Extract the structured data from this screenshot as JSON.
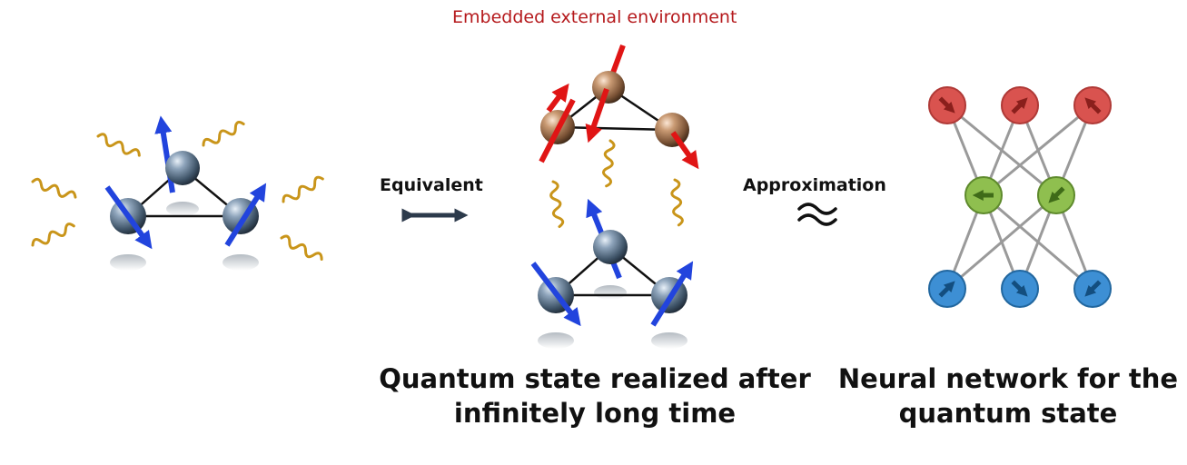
{
  "labels": {
    "environment": "Embedded external environment",
    "equivalent": "Equivalent",
    "approximation": "Approximation",
    "approx_symbol": "≈"
  },
  "captions": {
    "middle": [
      "Quantum state realized after",
      "infinitely long time"
    ],
    "right": [
      "Neural network for the",
      "quantum state"
    ]
  },
  "colors": {
    "environment_label": "#b5191c",
    "physical_spin": "#2244dd",
    "environment_spin": "#e01515",
    "wave": "#c9951a",
    "physical_atom": "#5d7388",
    "environment_atom": "#b07a52",
    "nn_input": "#d9534f",
    "nn_hidden": "#8fbf4f",
    "nn_output": "#3d8fd4",
    "nn_edge": "#9a9a9a"
  },
  "network": {
    "layers": [
      {
        "name": "top",
        "arrow_directions": [
          "down-right",
          "up-right",
          "up-left"
        ]
      },
      {
        "name": "hidden",
        "arrow_directions": [
          "left",
          "down-left"
        ]
      },
      {
        "name": "bottom",
        "arrow_directions": [
          "up-right",
          "down-right",
          "down-left"
        ]
      }
    ]
  }
}
